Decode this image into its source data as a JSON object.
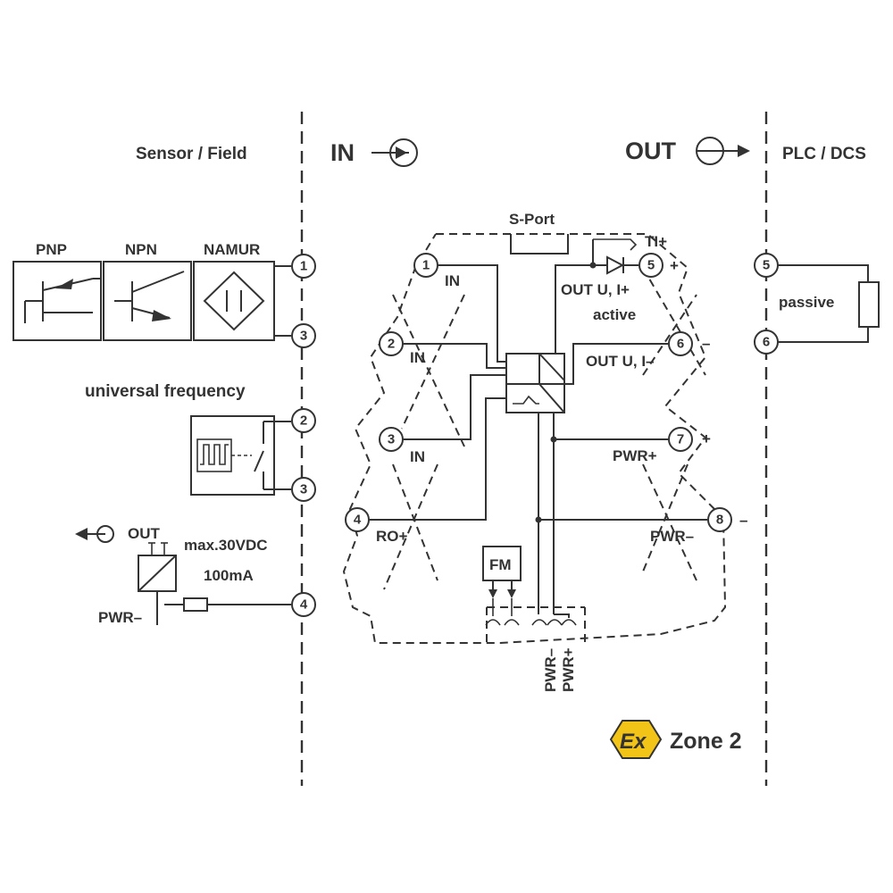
{
  "headers": {
    "sensor_field": "Sensor / Field",
    "in": "IN",
    "out": "OUT",
    "plc_dcs": "PLC / DCS"
  },
  "left": {
    "pnp": "PNP",
    "npn": "NPN",
    "namur": "NAMUR",
    "universal_frequency": "universal  frequency",
    "out": "OUT",
    "max_voltage": "max.30VDC",
    "max_current": "100mA",
    "pwr_minus": "PWR–"
  },
  "center": {
    "s_port": "S-Port",
    "ti_plus": "TI+",
    "in_1": "IN",
    "in_2": "IN",
    "in_3": "IN",
    "ro_plus": "RO+",
    "out_u_i_plus": "OUT U, I+",
    "active": "active",
    "out_u_i_minus": "OUT U, I–",
    "pwr_plus": "PWR+",
    "pwr_minus": "PWR–",
    "fm": "FM",
    "bus_pwr_minus": "PWR–",
    "bus_pwr_plus": "PWR+",
    "plus_5": "+",
    "minus_6": "–",
    "plus_7": "+",
    "minus_8": "–"
  },
  "right": {
    "passive": "passive"
  },
  "terminals": {
    "l1": "1",
    "l3a": "3",
    "l2": "2",
    "l3b": "3",
    "l4": "4",
    "c1": "1",
    "c2": "2",
    "c3": "3",
    "c4": "4",
    "c5": "5",
    "c6": "6",
    "c7": "7",
    "c8": "8",
    "r5": "5",
    "r6": "6"
  },
  "zone": {
    "ex_symbol": "Ex",
    "label": "Zone 2",
    "color": "#f2c418"
  }
}
